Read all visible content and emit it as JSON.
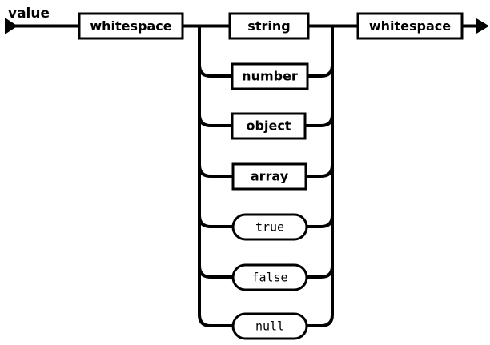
{
  "diagram": {
    "title": "value",
    "type": "railroad-syntax-diagram",
    "colors": {
      "line": "#000000",
      "box_fill": "#ffffff",
      "background": "#ffffff",
      "text": "#000000"
    },
    "entry_marker": "left-arrowhead",
    "exit_marker": "right-arrowhead",
    "sequence": [
      {
        "id": "ws-left",
        "label": "whitespace",
        "kind": "nonterminal"
      },
      {
        "id": "choice",
        "label": "",
        "kind": "choice-group"
      },
      {
        "id": "ws-right",
        "label": "whitespace",
        "kind": "nonterminal"
      }
    ],
    "choices": [
      {
        "id": "string",
        "label": "string",
        "kind": "nonterminal"
      },
      {
        "id": "number",
        "label": "number",
        "kind": "nonterminal"
      },
      {
        "id": "object",
        "label": "object",
        "kind": "nonterminal"
      },
      {
        "id": "array",
        "label": "array",
        "kind": "nonterminal"
      },
      {
        "id": "true",
        "label": "true",
        "kind": "terminal"
      },
      {
        "id": "false",
        "label": "false",
        "kind": "terminal"
      },
      {
        "id": "null",
        "label": "null",
        "kind": "terminal"
      }
    ]
  }
}
